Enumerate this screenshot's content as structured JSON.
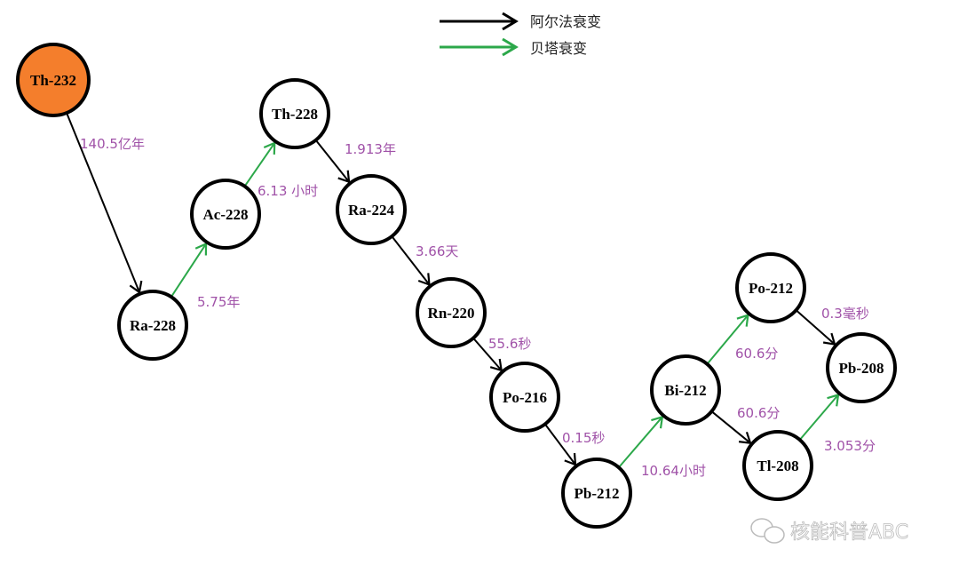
{
  "legend": {
    "alpha_label": "阿尔法衰变",
    "beta_label": "贝塔衰变",
    "alpha_color": "#000000",
    "beta_color": "#2ca84a"
  },
  "nodes": [
    {
      "id": "th232",
      "label": "Th-232",
      "fill": "#f47e2c"
    },
    {
      "id": "ra228",
      "label": "Ra-228",
      "fill": "#ffffff"
    },
    {
      "id": "ac228",
      "label": "Ac-228",
      "fill": "#ffffff"
    },
    {
      "id": "th228",
      "label": "Th-228",
      "fill": "#ffffff"
    },
    {
      "id": "ra224",
      "label": "Ra-224",
      "fill": "#ffffff"
    },
    {
      "id": "rn220",
      "label": "Rn-220",
      "fill": "#ffffff"
    },
    {
      "id": "po216",
      "label": "Po-216",
      "fill": "#ffffff"
    },
    {
      "id": "pb212",
      "label": "Pb-212",
      "fill": "#ffffff"
    },
    {
      "id": "bi212",
      "label": "Bi-212",
      "fill": "#ffffff"
    },
    {
      "id": "po212",
      "label": "Po-212",
      "fill": "#ffffff"
    },
    {
      "id": "tl208",
      "label": "Tl-208",
      "fill": "#ffffff"
    },
    {
      "id": "pb208",
      "label": "Pb-208",
      "fill": "#ffffff"
    }
  ],
  "edges": [
    {
      "from": "th232",
      "to": "ra228",
      "type": "alpha",
      "label": "140.5亿年"
    },
    {
      "from": "ra228",
      "to": "ac228",
      "type": "beta",
      "label": "5.75年"
    },
    {
      "from": "ac228",
      "to": "th228",
      "type": "beta",
      "label": "6.13 小时"
    },
    {
      "from": "th228",
      "to": "ra224",
      "type": "alpha",
      "label": "1.913年"
    },
    {
      "from": "ra224",
      "to": "rn220",
      "type": "alpha",
      "label": "3.66天"
    },
    {
      "from": "rn220",
      "to": "po216",
      "type": "alpha",
      "label": "55.6秒"
    },
    {
      "from": "po216",
      "to": "pb212",
      "type": "alpha",
      "label": "0.15秒"
    },
    {
      "from": "pb212",
      "to": "bi212",
      "type": "beta",
      "label": "10.64小时"
    },
    {
      "from": "bi212",
      "to": "po212",
      "type": "beta",
      "label": "60.6分"
    },
    {
      "from": "bi212",
      "to": "tl208",
      "type": "alpha",
      "label": "60.6分"
    },
    {
      "from": "po212",
      "to": "pb208",
      "type": "alpha",
      "label": "0.3毫秒"
    },
    {
      "from": "tl208",
      "to": "pb208",
      "type": "beta",
      "label": "3.053分"
    }
  ],
  "watermark": "核能科普ABC"
}
